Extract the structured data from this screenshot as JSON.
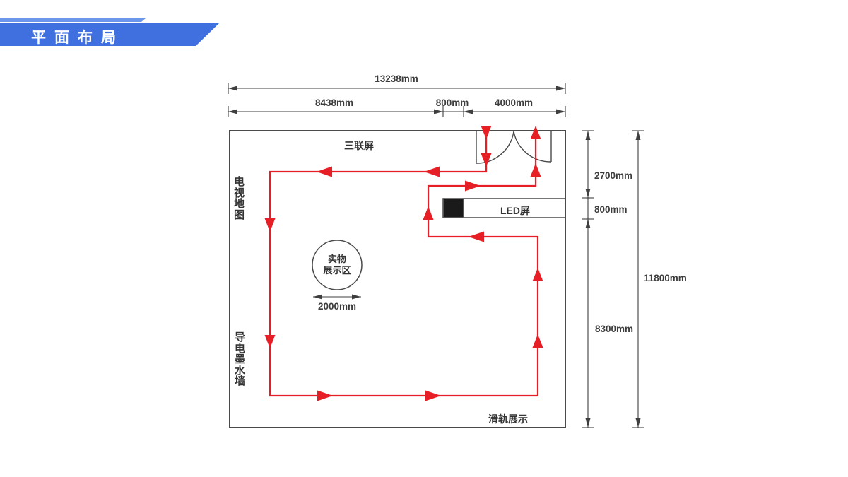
{
  "banner": {
    "title": "平面布局"
  },
  "labels": {
    "triple_screen": "三联屏",
    "tv_map": "电视地图",
    "conductive_ink_wall": "导电墨水墙",
    "led_screen": "LED屏",
    "exhibit_area_line1": "实物",
    "exhibit_area_line2": "展示区",
    "slide_rail": "滑轨展示"
  },
  "dimensions": {
    "total_width": "13238mm",
    "top_left_segment": "8438mm",
    "top_middle_segment": "800mm",
    "top_right_segment": "4000mm",
    "right_upper": "2700mm",
    "right_middle": "800mm",
    "right_lower": "8300mm",
    "right_total": "11800mm",
    "exhibit_circle_width": "2000mm"
  },
  "colors": {
    "banner_blue": "#4070e0",
    "banner_strip_blue": "#6c95ec",
    "path_red": "#e61e25",
    "wall_gray": "#4a4a4a",
    "dimension_gray": "#3f3f3f",
    "led_block_black": "#1a1a1a"
  }
}
